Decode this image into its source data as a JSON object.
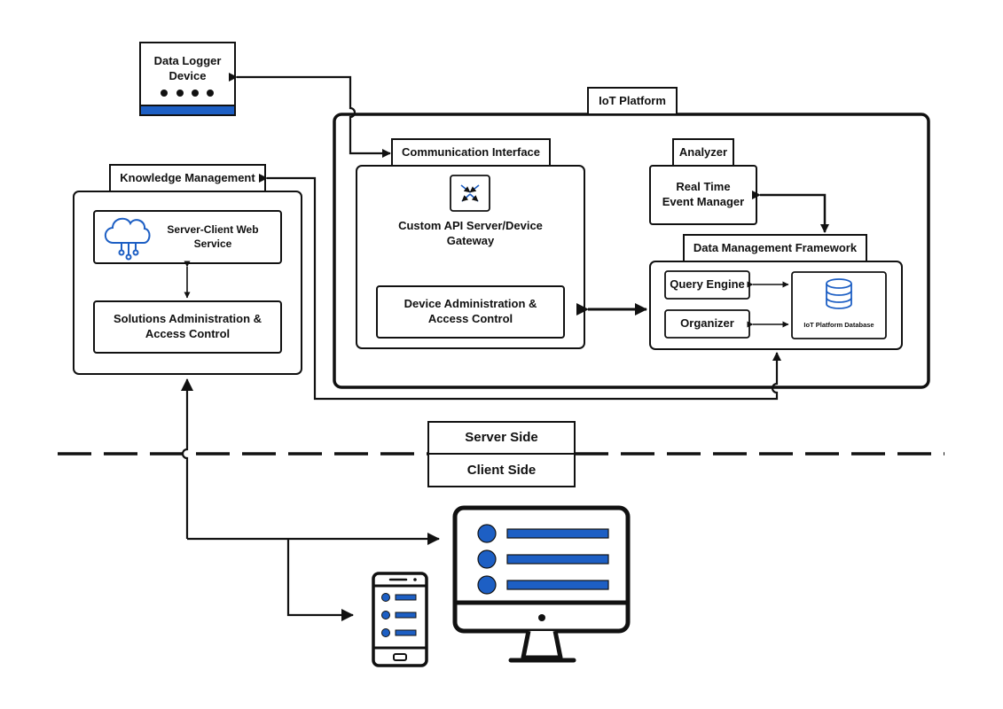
{
  "diagram": {
    "data_logger": {
      "title": "Data Logger Device"
    },
    "iot_platform": {
      "title": "IoT Platform"
    },
    "communication_interface": {
      "title": "Communication Interface",
      "gateway_label": "Custom API Server/Device Gateway",
      "device_admin_label": "Device Administration & Access Control"
    },
    "analyzer": {
      "title": "Analyzer",
      "event_manager_label": "Real Time Event Manager"
    },
    "data_management": {
      "title": "Data Management Framework",
      "query_engine_label": "Query Engine",
      "organizer_label": "Organizer",
      "database_label": "IoT Platform Database"
    },
    "knowledge_management": {
      "title": "Knowledge Management",
      "web_service_label": "Server-Client Web Service",
      "solutions_admin_label": "Solutions Administration & Access Control"
    },
    "divider": {
      "server_side": "Server Side",
      "client_side": "Client Side"
    }
  },
  "colors": {
    "accent_blue": "#1d5fc4",
    "stroke": "#111111",
    "background": "#ffffff"
  }
}
